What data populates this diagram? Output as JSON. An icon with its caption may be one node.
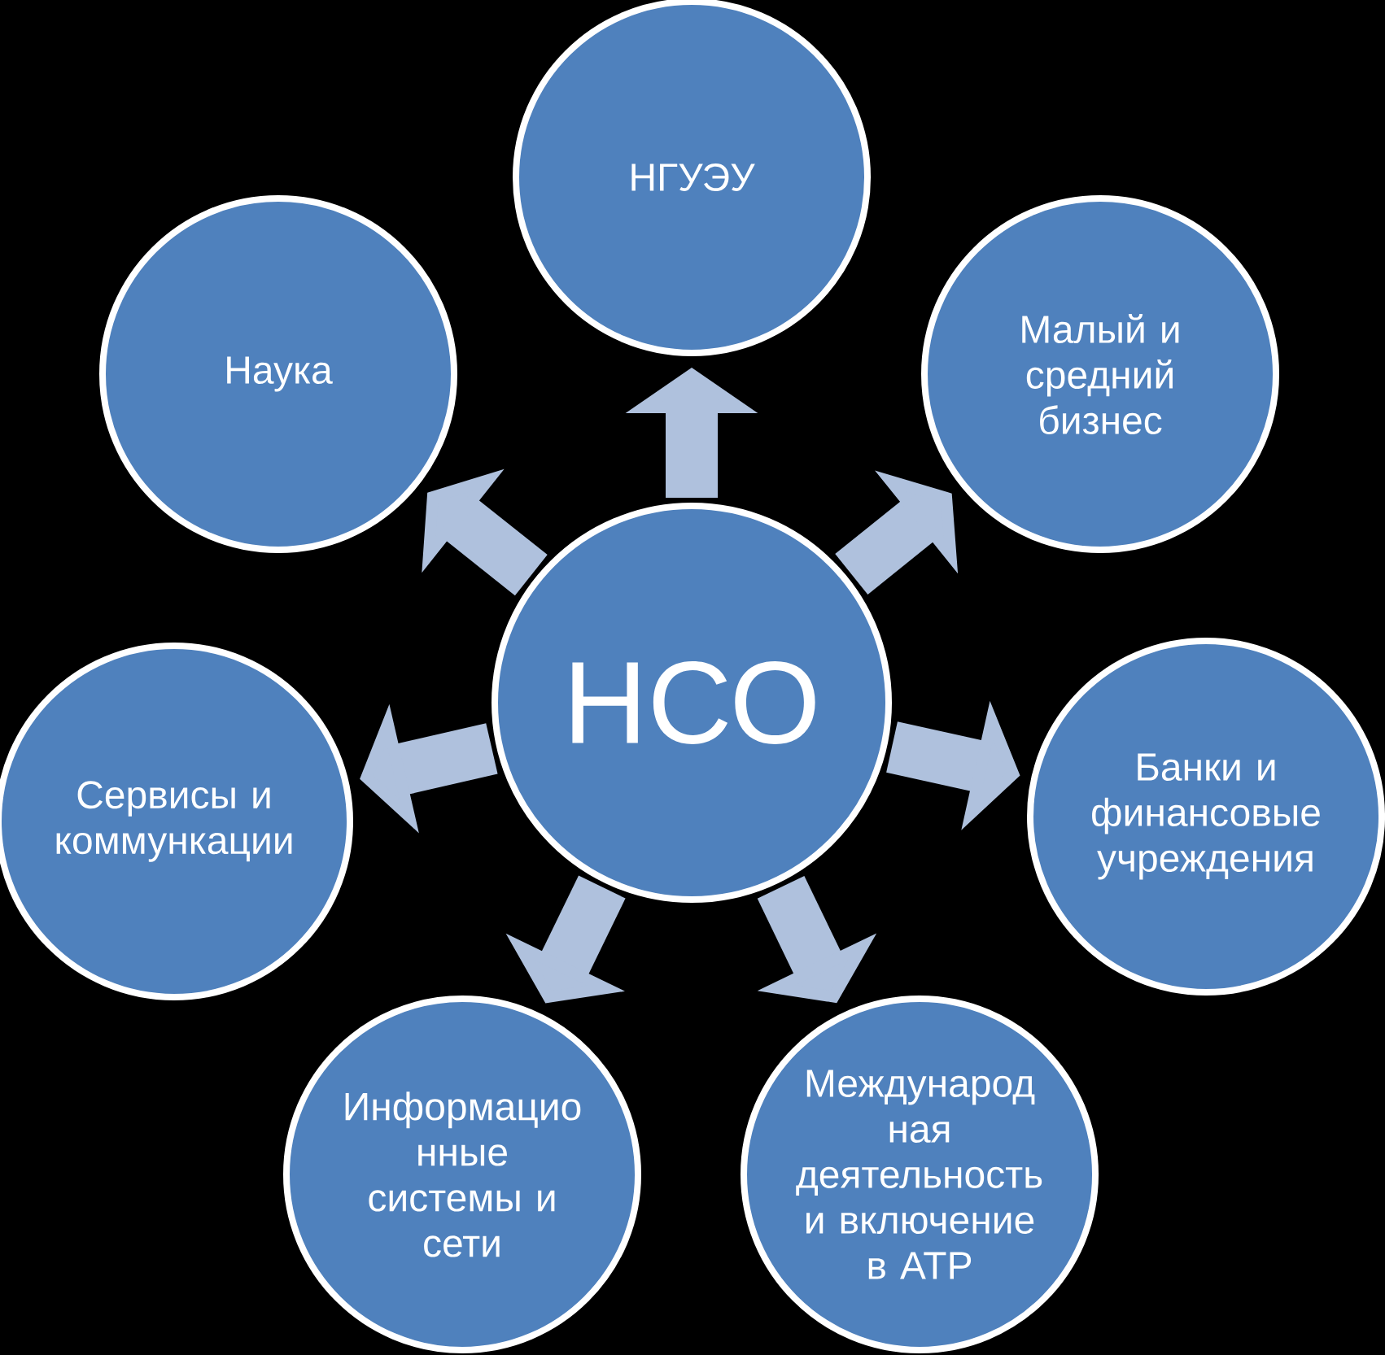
{
  "diagram": {
    "nodes": [
      {
        "text": [
          "НГУЭУ"
        ]
      },
      {
        "text": [
          "Наука"
        ]
      },
      {
        "text": [
          "Малый и средний бизнес"
        ]
      },
      {
        "text": [
          "НСО"
        ]
      },
      {
        "text": [
          "Сервисы и коммункации"
        ]
      },
      {
        "text": [
          "Банки и финансовые учреждения"
        ]
      },
      {
        "text": [
          "Информацио нные системы и сети"
        ]
      },
      {
        "text": [
          "Международ ная деятельность и включение в АТР"
        ]
      }
    ],
    "edges": [
      {
        "from": 3,
        "to": 0,
        "arrow": "to"
      },
      {
        "from": 3,
        "to": 2,
        "arrow": "to"
      },
      {
        "from": 3,
        "to": 5,
        "arrow": "to"
      },
      {
        "from": 3,
        "to": 7,
        "arrow": "to"
      },
      {
        "from": 3,
        "to": 6,
        "arrow": "to"
      },
      {
        "from": 3,
        "to": 4,
        "arrow": "to"
      },
      {
        "from": 3,
        "to": 1,
        "arrow": "to"
      }
    ]
  }
}
